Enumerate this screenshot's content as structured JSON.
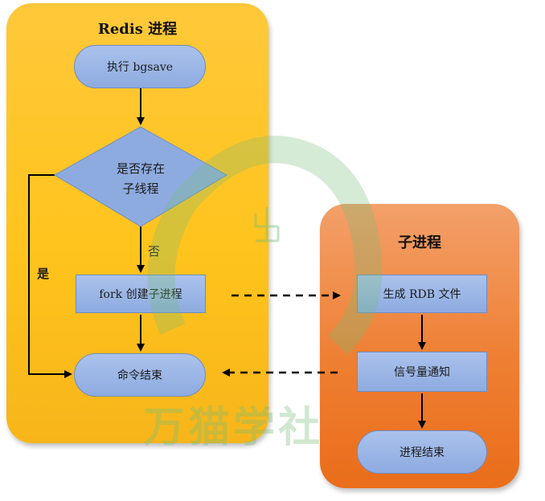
{
  "panels": {
    "redis_title": "Redis 进程",
    "child_title": "子进程"
  },
  "nodes": {
    "exec_bgsave": "执行 bgsave",
    "check_line1": "是否存在",
    "check_line2": "子线程",
    "fork_child": "fork 创建子进程",
    "command_end": "命令结束",
    "generate_rdb": "生成 RDB 文件",
    "signal_notify": "信号量通知",
    "process_end": "进程结束"
  },
  "edges": {
    "no_label": "否",
    "yes_label": "是"
  },
  "watermark": {
    "text": "万猫学社"
  },
  "colors": {
    "redis_panel": "#ffc41d",
    "child_panel": "#ee7f32",
    "node_fill": "#8eabe0",
    "watermark": "#78be78"
  }
}
